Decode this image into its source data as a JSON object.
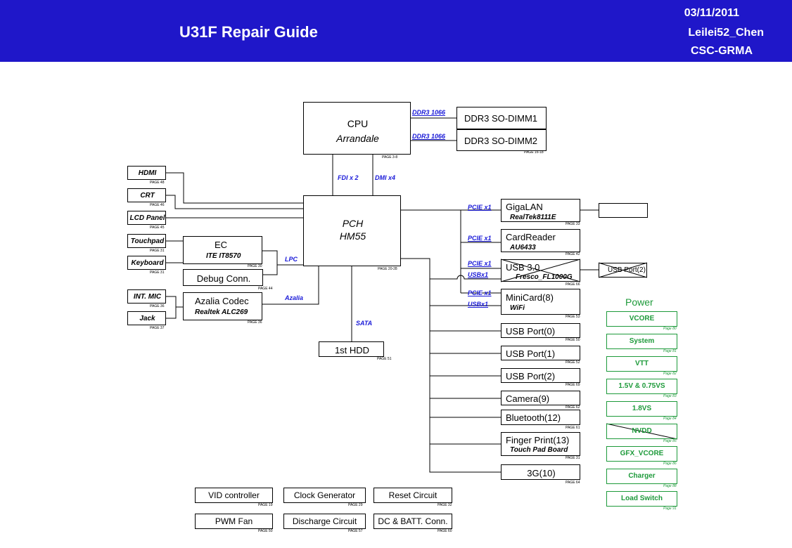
{
  "header": {
    "title": "U31F Repair Guide",
    "date": "03/11/2011",
    "author": "Leilei52_Chen",
    "dept": "CSC-GRMA",
    "bg_color": "#1f17c9"
  },
  "cpu": {
    "label": "CPU",
    "sub": "Arrandale",
    "page": "PAGE 3-8"
  },
  "dimm1": {
    "label": "DDR3 SO-DIMM1"
  },
  "dimm2": {
    "label": "DDR3 SO-DIMM2",
    "page": "PAGE 16-18"
  },
  "pch": {
    "label": "PCH",
    "sub": "HM55",
    "page": "PAGE 20-28"
  },
  "buses": {
    "ddr3a": "DDR3 1066",
    "ddr3b": "DDR3 1066",
    "fdi": "FDI x 2",
    "dmi": "DMI x4",
    "lpc": "LPC",
    "azalia": "Azalia",
    "sata": "SATA",
    "pcie1": "PCIE x1",
    "pcie2": "PCIE x1",
    "pcie3": "PCIE x1",
    "usb3": "USBx1",
    "pcie4": "PCIE x1",
    "usb4": "USBx1"
  },
  "left": {
    "hdmi": {
      "label": "HDMI",
      "page": "PAGE 48"
    },
    "crt": {
      "label": "CRT",
      "page": "PAGE 46"
    },
    "lcd": {
      "label": "LCD Panel",
      "page": "PAGE 45"
    },
    "touchpad": {
      "label": "Touchpad",
      "page": "PAGE 31"
    },
    "keyboard": {
      "label": "Keyboard",
      "page": "PAGE 31"
    },
    "intmic": {
      "label": "INT. MIC",
      "page": "PAGE 36"
    },
    "jack": {
      "label": "Jack",
      "page": "PAGE 37"
    }
  },
  "ec": {
    "label": "EC",
    "sub": "ITE IT8570",
    "page": "PAGE 30"
  },
  "debug": {
    "label": "Debug Conn.",
    "page": "PAGE 44"
  },
  "codec": {
    "label": "Azalia Codec",
    "sub": "Realtek ALC269",
    "page": "PAGE 36"
  },
  "hdd": {
    "label": "1st HDD",
    "page": "PAGE 51"
  },
  "right": {
    "gigalan": {
      "label": "GigaLAN",
      "sub": "RealTek8111E",
      "page": "PAGE 33"
    },
    "cardreader": {
      "label": "CardReader",
      "sub": "AU6433",
      "page": "PAGE 42"
    },
    "usb3": {
      "label": "USB 3.0",
      "sub": "Fresco_FL1000G",
      "page": "PAGE 66"
    },
    "usbport2x": {
      "label": "USB Port(2)"
    },
    "minicard": {
      "label": "MiniCard(8)",
      "sub": "WiFi",
      "page": "PAGE 53"
    },
    "usb0": {
      "label": "USB Port(0)",
      "page": "PAGE 50"
    },
    "usb1": {
      "label": "USB Port(1)",
      "page": "PAGE 52"
    },
    "usb2": {
      "label": "USB Port(2)",
      "page": "PAGE 69"
    },
    "camera": {
      "label": "Camera(9)",
      "page": "PAGE 62"
    },
    "bluetooth": {
      "label": "Bluetooth(12)",
      "page": "PAGE 61"
    },
    "fingerprint": {
      "label": "Finger Print(13)",
      "sub": "Touch Pad Board",
      "page": "PAGE 31"
    },
    "threeg": {
      "label": "3G(10)",
      "page": "PAGE 64"
    }
  },
  "power": {
    "title": "Power",
    "color": "#1d9a3a",
    "items": [
      {
        "label": "VCORE",
        "page": "Page 80"
      },
      {
        "label": "System",
        "page": "Page 81"
      },
      {
        "label": "VTT",
        "page": "Page 82"
      },
      {
        "label": "1.5V & 0.75VS",
        "page": "Page 83"
      },
      {
        "label": "1.8VS",
        "page": "Page 84"
      },
      {
        "label": "NVDD",
        "page": "Page 85"
      },
      {
        "label": "GFX_VCORE",
        "page": "Page 86"
      },
      {
        "label": "Charger",
        "page": "Page 88"
      },
      {
        "label": "Load Switch",
        "page": "Page 91"
      }
    ]
  },
  "bottom": {
    "vid": {
      "label": "VID controller",
      "page": "PAGE 19"
    },
    "clock": {
      "label": "Clock Generator",
      "page": "PAGE 29"
    },
    "reset": {
      "label": "Reset Circuit",
      "page": "PAGE 32"
    },
    "pwm": {
      "label": "PWM Fan",
      "page": "PAGE 50"
    },
    "discharge": {
      "label": "Discharge Circuit",
      "page": "PAGE 57"
    },
    "dcbatt": {
      "label": "DC & BATT. Conn.",
      "page": "PAGE 60"
    }
  }
}
